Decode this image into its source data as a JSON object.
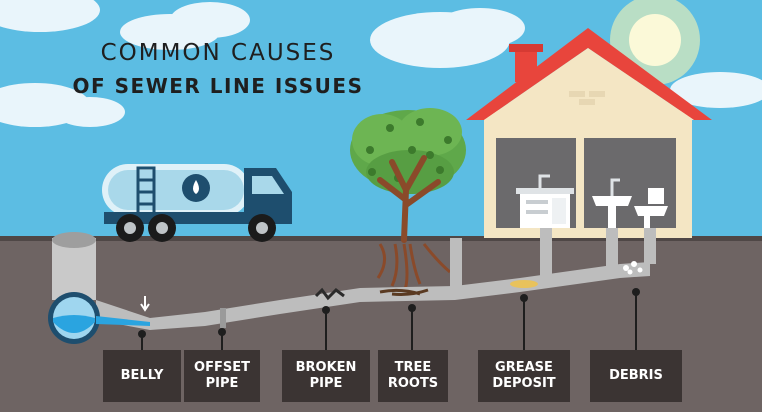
{
  "title": {
    "line1": "COMMON CAUSES",
    "line2": "OF SEWER LINE ISSUES"
  },
  "labels": [
    {
      "id": "belly",
      "text": "BELLY"
    },
    {
      "id": "offset-pipe",
      "text": "OFFSET\nPIPE"
    },
    {
      "id": "broken-pipe",
      "text": "BROKEN\nPIPE"
    },
    {
      "id": "tree-roots",
      "text": "TREE\nROOTS"
    },
    {
      "id": "grease-deposit",
      "text": "GREASE\nDEPOSIT"
    },
    {
      "id": "debris",
      "text": "DEBRIS"
    }
  ],
  "colors": {
    "sky": "#5cbde3",
    "ground": "#6e6463",
    "pipe": "#b8b8b8",
    "roof": "#e8453c",
    "house": "#f4e6c4",
    "truck": "#1e4e6e",
    "label_bg": "#3b3433",
    "water": "#2aa4e0"
  }
}
